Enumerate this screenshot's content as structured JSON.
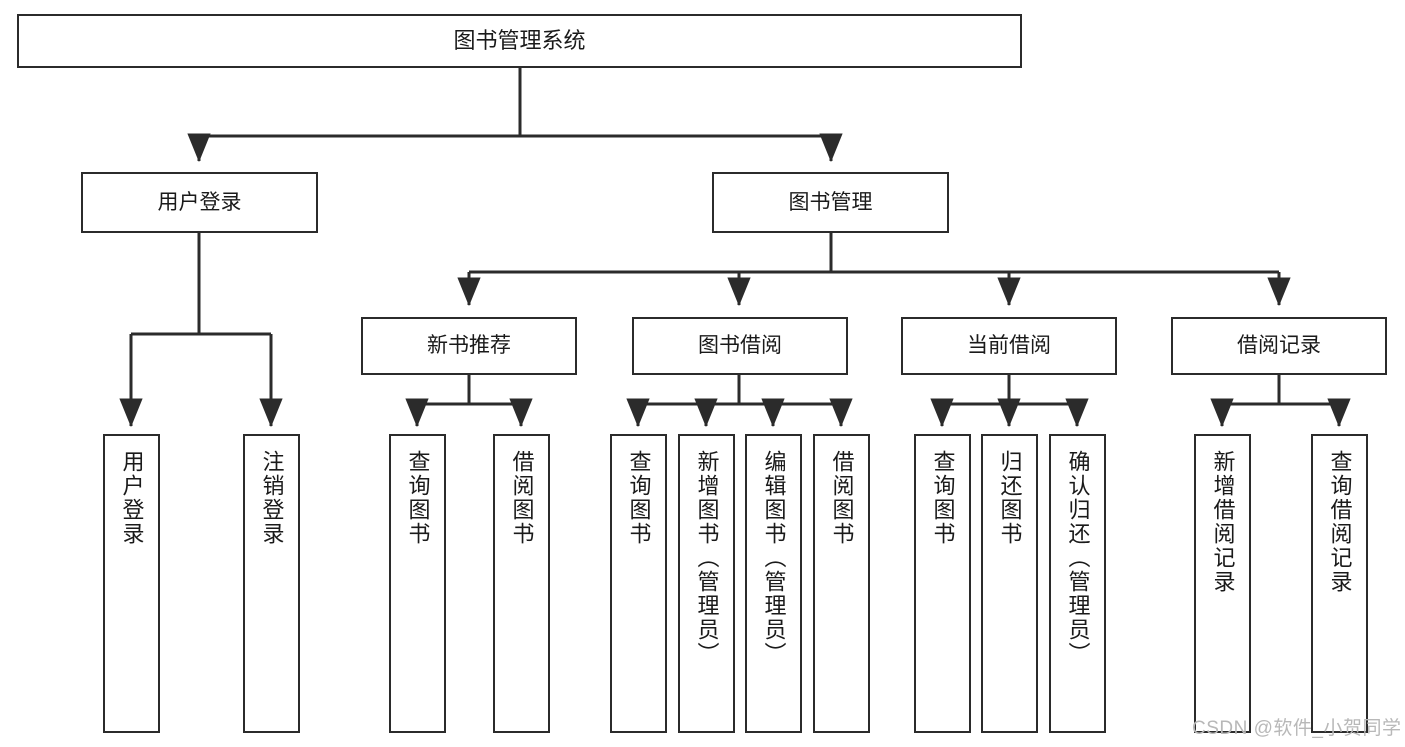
{
  "diagram": {
    "title": "图书管理系统",
    "type": "tree-hierarchy-diagram",
    "stroke_color": "#2b2b2b",
    "fill_color": "#ffffff",
    "text_color": "#1a1a1a"
  },
  "nodes": {
    "root": {
      "label": "图书管理系统"
    },
    "level1": [
      {
        "id": "user-login",
        "label": "用户登录"
      },
      {
        "id": "book-manage",
        "label": "图书管理"
      }
    ],
    "level2": [
      {
        "id": "new-book-recommend",
        "label": "新书推荐"
      },
      {
        "id": "book-borrow",
        "label": "图书借阅"
      },
      {
        "id": "current-borrow",
        "label": "当前借阅"
      },
      {
        "id": "borrow-record",
        "label": "借阅记录"
      }
    ],
    "leaves": {
      "user_login": [
        {
          "id": "leaf-user-login",
          "label": "用户登录"
        },
        {
          "id": "leaf-logout-login",
          "label": "注销登录"
        }
      ],
      "new_book_recommend": [
        {
          "id": "leaf-query-book-1",
          "label": "查询图书"
        },
        {
          "id": "leaf-borrow-book-1",
          "label": "借阅图书"
        }
      ],
      "book_borrow": [
        {
          "id": "leaf-query-book-2",
          "label": "查询图书"
        },
        {
          "id": "leaf-add-book",
          "label": "新增图书（管理员）"
        },
        {
          "id": "leaf-edit-book",
          "label": "编辑图书（管理员）"
        },
        {
          "id": "leaf-borrow-book-2",
          "label": "借阅图书"
        }
      ],
      "current_borrow": [
        {
          "id": "leaf-query-book-3",
          "label": "查询图书"
        },
        {
          "id": "leaf-return-book",
          "label": "归还图书"
        },
        {
          "id": "leaf-confirm-return",
          "label": "确认归还（管理员）"
        }
      ],
      "borrow_record": [
        {
          "id": "leaf-add-record",
          "label": "新增借阅记录"
        },
        {
          "id": "leaf-query-record",
          "label": "查询借阅记录"
        }
      ]
    }
  },
  "watermark": {
    "text": "CSDN @软件_小贺同学"
  }
}
